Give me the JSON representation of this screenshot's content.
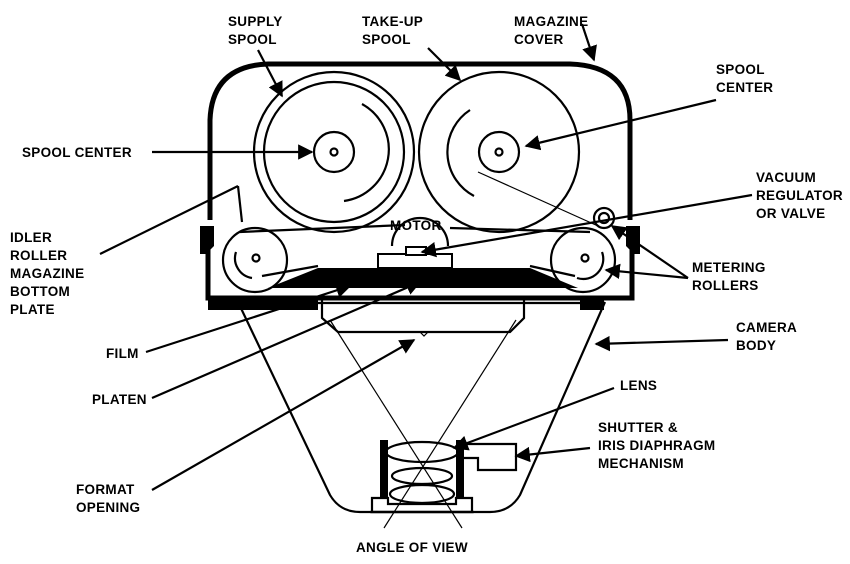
{
  "labels": {
    "supply_spool": [
      "SUPPLY",
      "SPOOL"
    ],
    "take_up_spool": [
      "TAKE-UP",
      "SPOOL"
    ],
    "magazine_cover": [
      "MAGAZINE",
      "COVER"
    ],
    "spool_center_right": [
      "SPOOL",
      "CENTER"
    ],
    "spool_center_left": "SPOOL CENTER",
    "vacuum_regulator": [
      "VACUUM",
      "REGULATOR",
      "OR VALVE"
    ],
    "motor": "MOTOR",
    "idler_roller": [
      "IDLER",
      "ROLLER",
      "MAGAZINE",
      "BOTTOM",
      "PLATE"
    ],
    "metering_rollers": [
      "METERING",
      "ROLLERS"
    ],
    "camera_body": [
      "CAMERA",
      "BODY"
    ],
    "film": "FILM",
    "platen": "PLATEN",
    "lens": "LENS",
    "shutter": [
      "SHUTTER &",
      "IRIS DIAPHRAGM",
      "MECHANISM"
    ],
    "format_opening": [
      "FORMAT",
      "OPENING"
    ],
    "angle_of_view": "ANGLE OF VIEW"
  }
}
